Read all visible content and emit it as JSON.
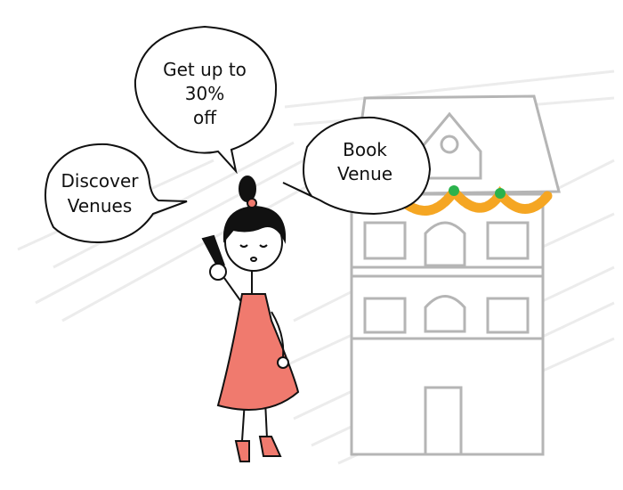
{
  "bubbles": {
    "discount": {
      "line1": "Get up to",
      "line2": "30%",
      "line3": "off"
    },
    "discover": {
      "line1": "Discover",
      "line2": "Venues"
    },
    "book": {
      "line1": "Book",
      "line2": "Venue"
    }
  },
  "colors": {
    "dress": "#f07a6e",
    "garland": "#f5a623",
    "garland_knot": "#2bb24c",
    "house_stroke": "#b5b5b5",
    "scribble": "#e8e8e8"
  }
}
